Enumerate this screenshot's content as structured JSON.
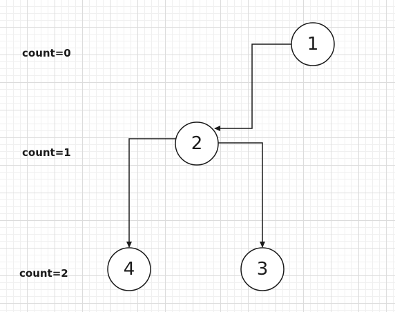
{
  "levels": [
    {
      "text": "count=0"
    },
    {
      "text": "count=1"
    },
    {
      "text": "count=2"
    }
  ],
  "nodes": [
    {
      "id": "1",
      "label": "1"
    },
    {
      "id": "2",
      "label": "2"
    },
    {
      "id": "3",
      "label": "3"
    },
    {
      "id": "4",
      "label": "4"
    }
  ],
  "edges": [
    {
      "from": "1",
      "to": "2"
    },
    {
      "from": "2",
      "to": "4"
    },
    {
      "from": "2",
      "to": "3"
    }
  ],
  "colors": {
    "stroke": "#1a1a1a",
    "grid": "#dcdcdc",
    "background": "#ffffff"
  }
}
